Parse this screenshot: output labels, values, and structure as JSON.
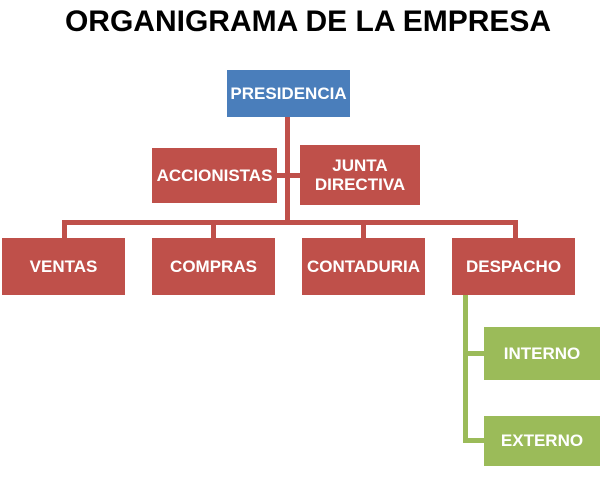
{
  "chart_data": {
    "type": "diagram",
    "diagram_kind": "organizational-chart",
    "title": "ORGANIGRAMA DE LA EMPRESA",
    "language": "es",
    "colors": {
      "background": "#ffffff",
      "title_text": "#000000",
      "node_text": "#ffffff",
      "level1_blue": "#4a7ebb",
      "level2_red": "#bf504a",
      "level3_red": "#bf504a",
      "level4_green": "#9bbb59",
      "connector_red": "#bf504a",
      "connector_green": "#9bbb59"
    },
    "levels": [
      {
        "level": 1,
        "color": "#4a7ebb",
        "nodes": [
          {
            "id": "presidencia",
            "label": "PRESIDENCIA"
          }
        ]
      },
      {
        "level": 2,
        "color": "#bf504a",
        "nodes": [
          {
            "id": "accionistas",
            "label": "ACCIONISTAS"
          },
          {
            "id": "junta-directiva",
            "label": "JUNTA DIRECTIVA",
            "line1": "JUNTA",
            "line2": "DIRECTIVA"
          }
        ]
      },
      {
        "level": 3,
        "color": "#bf504a",
        "nodes": [
          {
            "id": "ventas",
            "label": "VENTAS"
          },
          {
            "id": "compras",
            "label": "COMPRAS"
          },
          {
            "id": "contaduria",
            "label": "CONTADURIA"
          },
          {
            "id": "despacho",
            "label": "DESPACHO"
          }
        ]
      },
      {
        "level": 4,
        "color": "#9bbb59",
        "parent": "despacho",
        "nodes": [
          {
            "id": "interno",
            "label": "INTERNO"
          },
          {
            "id": "externo",
            "label": "EXTERNO"
          }
        ]
      }
    ],
    "edges": [
      {
        "from": "presidencia",
        "to": "accionistas"
      },
      {
        "from": "presidencia",
        "to": "junta-directiva"
      },
      {
        "from": "presidencia",
        "to": "ventas"
      },
      {
        "from": "presidencia",
        "to": "compras"
      },
      {
        "from": "presidencia",
        "to": "contaduria"
      },
      {
        "from": "presidencia",
        "to": "despacho"
      },
      {
        "from": "despacho",
        "to": "interno"
      },
      {
        "from": "despacho",
        "to": "externo"
      }
    ]
  },
  "nodes": {
    "presidencia": {
      "label": "PRESIDENCIA"
    },
    "accionistas": {
      "label": "ACCIONISTAS"
    },
    "junta_directiva": {
      "line1": "JUNTA",
      "line2": "DIRECTIVA"
    },
    "ventas": {
      "label": "VENTAS"
    },
    "compras": {
      "label": "COMPRAS"
    },
    "contaduria": {
      "label": "CONTADURIA"
    },
    "despacho": {
      "label": "DESPACHO"
    },
    "interno": {
      "label": "INTERNO"
    },
    "externo": {
      "label": "EXTERNO"
    }
  },
  "title": "ORGANIGRAMA DE LA EMPRESA"
}
